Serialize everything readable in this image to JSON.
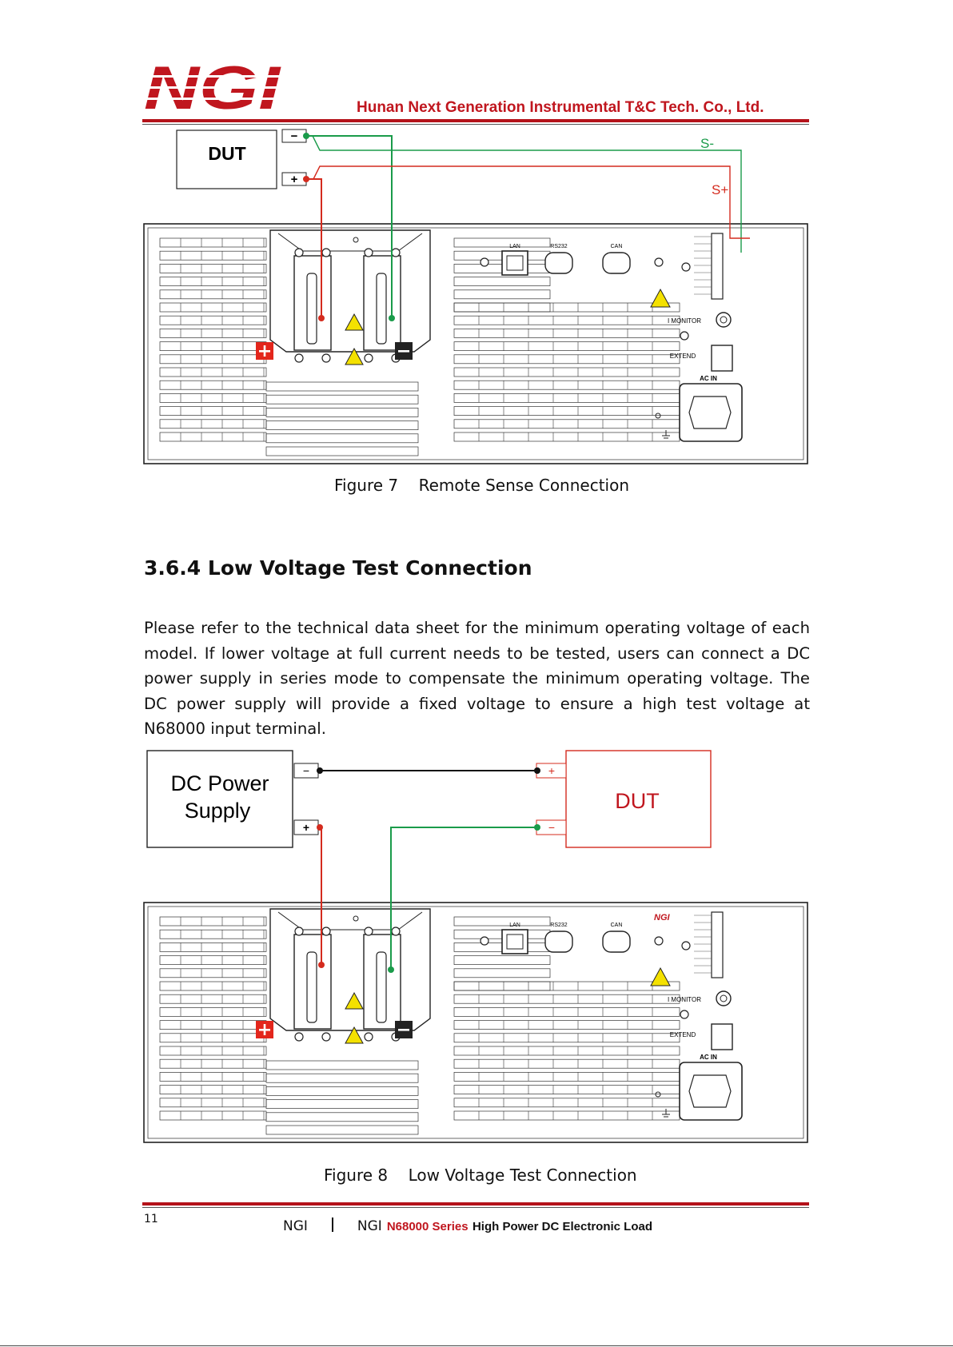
{
  "header": {
    "logo_text": "NGI",
    "company": "Hunan Next Generation Instrumental T&C Tech. Co., Ltd."
  },
  "figure1": {
    "dut_label": "DUT",
    "minus": "−",
    "plus": "+",
    "sense_minus": "S-",
    "sense_plus": "S+",
    "caption": "Figure 7    Remote Sense Connection"
  },
  "section": {
    "heading": "3.6.4  Low Voltage Test Connection",
    "paragraph": "Please refer to the technical data sheet for the minimum operating voltage of each model. If lower voltage at full current needs to be tested, users can connect a DC power supply in series mode to compensate the minimum operating voltage. The DC power supply will provide a fixed voltage to ensure a high test voltage at N68000 input terminal."
  },
  "figure2": {
    "psu_label_line1": "DC Power",
    "psu_label_line2": "Supply",
    "dut_label": "DUT",
    "minus": "−",
    "plus": "+",
    "caption": "Figure 8    Low Voltage Test Connection"
  },
  "panel": {
    "lan": "LAN",
    "rs232": "RS232",
    "can": "CAN",
    "imonitor": "I MONITOR",
    "extend": "EXTEND",
    "acin": "AC IN",
    "brand": "NGI"
  },
  "footer": {
    "page_number": "11",
    "brand": "NGI",
    "brand2": "NGI",
    "series": "N68000 Series",
    "product": "High Power DC Electronic Load"
  },
  "colors": {
    "brand_red": "#c0161e",
    "wire_green": "#1a9b4a",
    "wire_red": "#d42b1e"
  }
}
